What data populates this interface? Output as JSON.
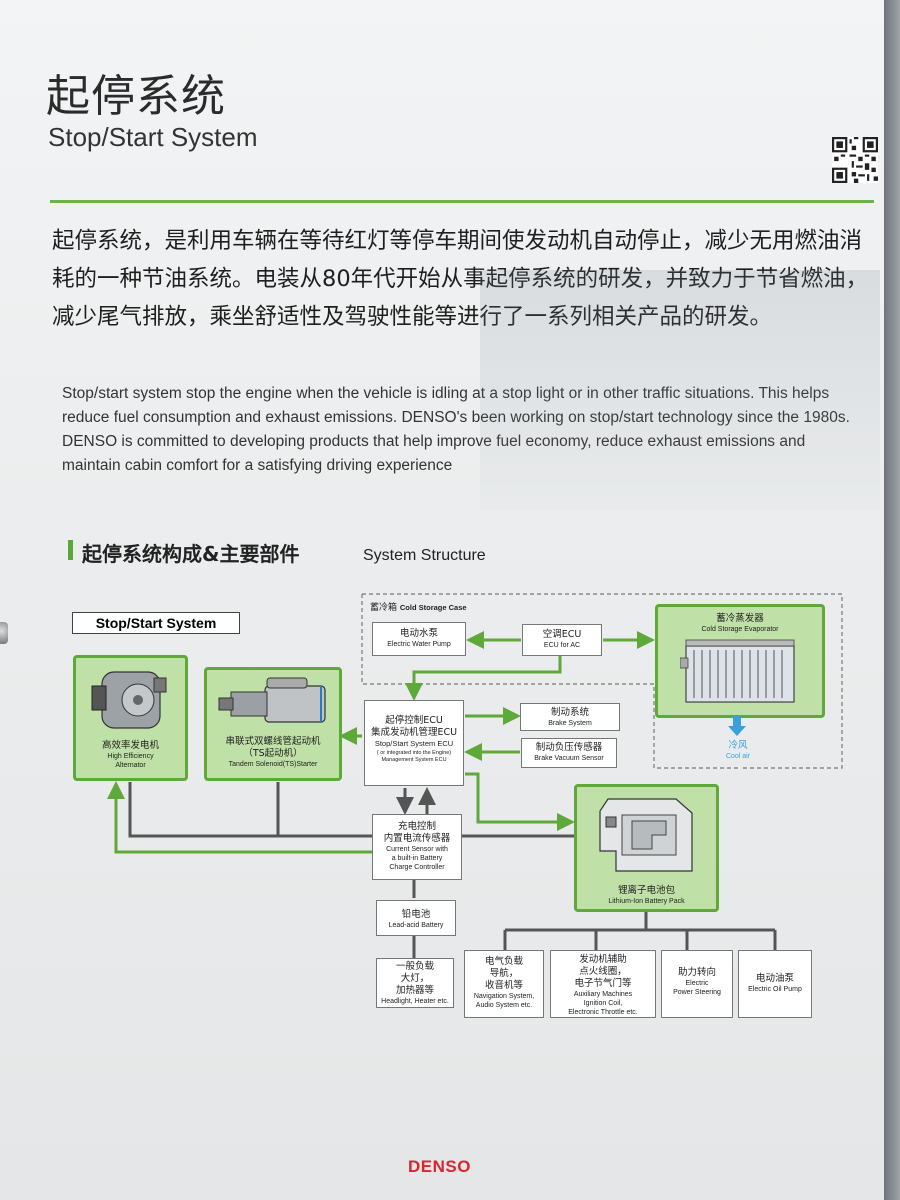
{
  "header": {
    "title_cn": "起停系统",
    "title_en": "Stop/Start System"
  },
  "description": {
    "cn": "起停系统，是利用车辆在等待红灯等停车期间使发动机自动停止，减少无用燃油消耗的一种节油系统。电装从80年代开始从事起停系统的研发，并致力于节省燃油，减少尾气排放，乘坐舒适性及驾驶性能等进行了一系列相关产品的研发。",
    "en": "Stop/start system stop the engine when the vehicle is idling at a stop light or in other traffic situations. This helps reduce fuel consumption and exhaust emissions. DENSO's been working on stop/start technology since the 1980s. DENSO is committed to developing products that help improve fuel economy, reduce exhaust emissions and maintain cabin comfort for a satisfying driving experience"
  },
  "section": {
    "title_cn": "起停系统构成&主要部件",
    "title_en": "System Structure"
  },
  "diagram": {
    "system_label": "Stop/Start System",
    "cold_storage_case": {
      "cn": "蓄冷箱",
      "en": "Cold Storage Case"
    },
    "nodes": {
      "water_pump": {
        "cn": "电动水泵",
        "en": "Electric Water Pump"
      },
      "ac_ecu": {
        "cn": "空调ECU",
        "en": "ECU for AC"
      },
      "evaporator": {
        "cn": "蓄冷蒸发器",
        "en": "Cold Storage Evaporator"
      },
      "cool_air": {
        "cn": "冷风",
        "en": "Cool air"
      },
      "ss_ecu": {
        "cn1": "起停控制ECU",
        "cn2": "集成发动机管理ECU",
        "en1": "Stop/Start System ECU",
        "en2": "( or integrated into the Engine) Management System ECU"
      },
      "brake_system": {
        "cn": "制动系统",
        "en": "Brake System"
      },
      "brake_vacuum": {
        "cn": "制动负压传感器",
        "en": "Brake Vacuum Sensor"
      },
      "alternator": {
        "cn": "高效率发电机",
        "en1": "High Efficiency",
        "en2": "Alternator"
      },
      "starter": {
        "cn1": "串联式双螺线管起动机",
        "cn2": "（TS起动机）",
        "en": "Tandem Solenoid(TS)Starter"
      },
      "charge_control": {
        "cn1": "充电控制",
        "cn2": "内置电流传感器",
        "en1": "Current Sensor with",
        "en2": "a built-in Battery",
        "en3": "Charge Controller"
      },
      "li_battery": {
        "cn": "锂离子电池包",
        "en": "Lithium-Ion Battery Pack"
      },
      "lead_battery": {
        "cn": "铅电池",
        "en": "Lead-acid Battery"
      },
      "general_load": {
        "cn1": "一般负载",
        "cn2": "大灯，",
        "cn3": "加热器等",
        "en": "Headlight, Heater etc."
      },
      "electric_load": {
        "cn1": "电气负载",
        "cn2": "导航，",
        "cn3": "收音机等",
        "en1": "Navigation System,",
        "en2": "Audio System etc."
      },
      "engine_aux": {
        "cn1": "发动机辅助",
        "cn2": "点火线圈，",
        "cn3": "电子节气门等",
        "en1": "Auxiliary Machines",
        "en2": "Ignition Coil,",
        "en3": "Electronic Throttle etc."
      },
      "power_steering": {
        "cn": "助力转向",
        "en1": "Electric",
        "en2": "Power Steering"
      },
      "oil_pump": {
        "cn": "电动油泵",
        "en": "Electric Oil Pump"
      }
    }
  },
  "footer": {
    "brand": "DENSO"
  },
  "colors": {
    "accent_green": "#5fa83a",
    "brand_red": "#d8262e"
  },
  "icons": [
    "qr-code-icon",
    "alternator-icon",
    "starter-icon",
    "evaporator-icon",
    "battery-pack-icon",
    "cool-air-arrow-icon"
  ]
}
